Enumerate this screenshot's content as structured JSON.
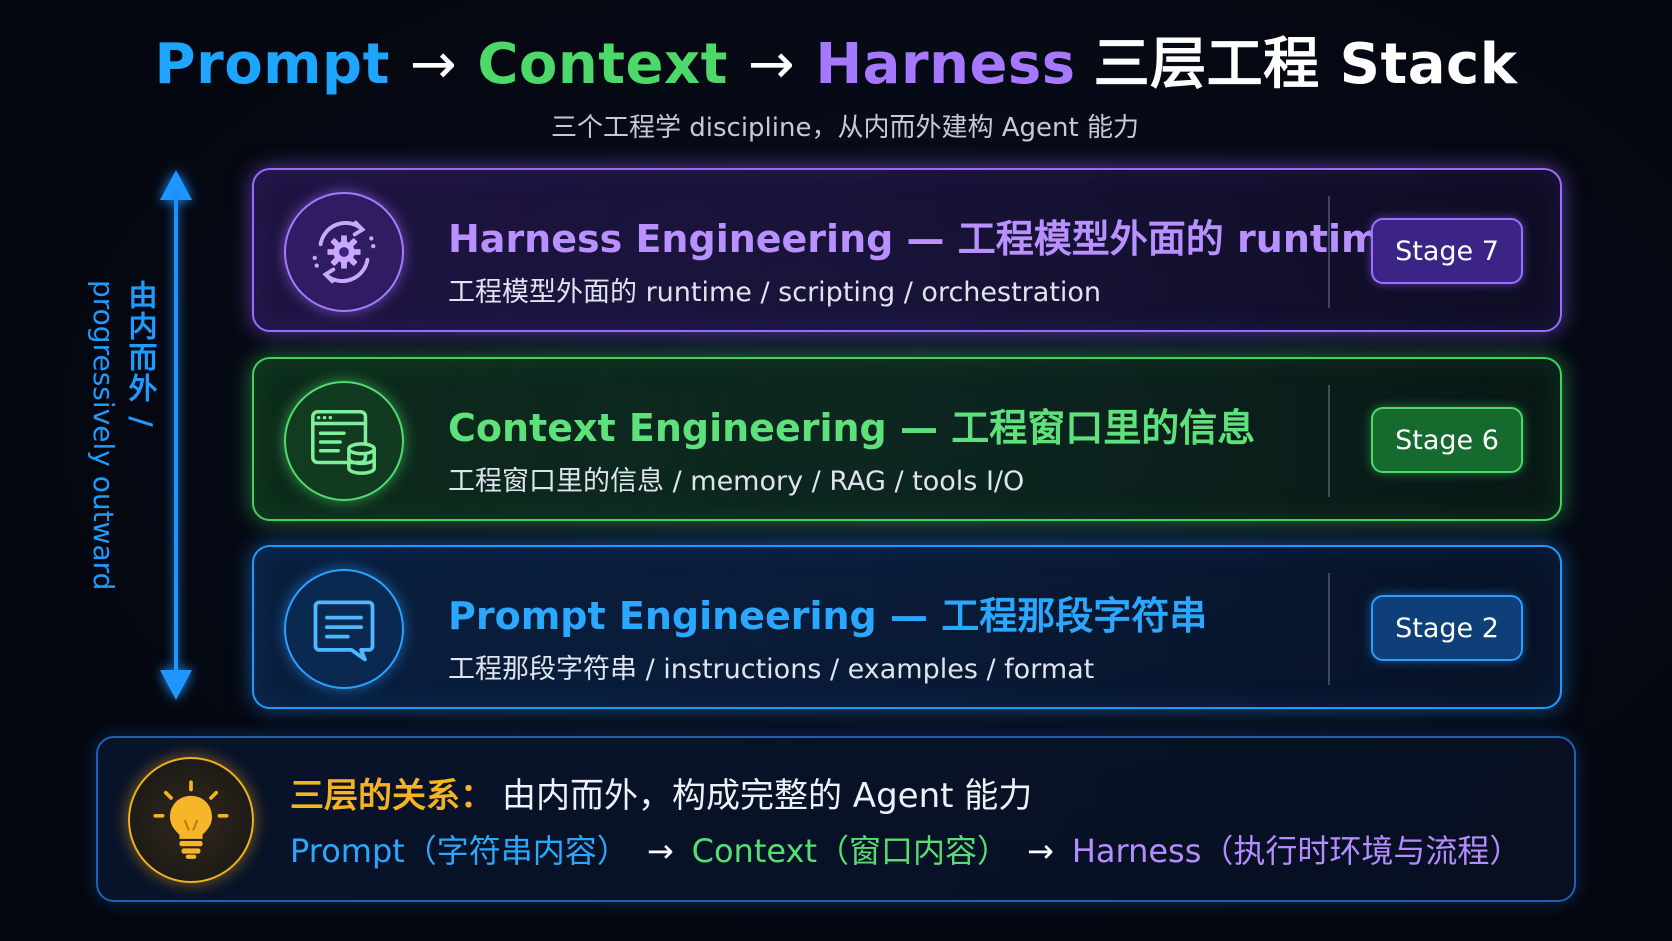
{
  "title": {
    "prompt": "Prompt",
    "arrow": "→",
    "context": "Context",
    "harness": "Harness",
    "rest": "三层工程 Stack"
  },
  "subtitle": "三个工程学 discipline，从内而外建构 Agent 能力",
  "axis": {
    "label_cn": "由内而外 /",
    "label_en": "progressively outward"
  },
  "layers": [
    {
      "key": "harness",
      "title": "Harness Engineering — 工程模型外面的 runtime",
      "subtitle": "工程模型外面的 runtime / scripting / orchestration",
      "stage": "Stage 7",
      "icon": "gear-cycle-icon",
      "color": "#9a6bff"
    },
    {
      "key": "context",
      "title": "Context Engineering — 工程窗口里的信息",
      "subtitle": "工程窗口里的信息 / memory / RAG / tools I/O",
      "stage": "Stage 6",
      "icon": "window-database-icon",
      "color": "#3fd35e"
    },
    {
      "key": "prompt",
      "title": "Prompt Engineering — 工程那段字符串",
      "subtitle": "工程那段字符串 / instructions / examples / format",
      "stage": "Stage 2",
      "icon": "chat-bubble-icon",
      "color": "#1f9bff"
    }
  ],
  "summary": {
    "icon": "lightbulb-icon",
    "label": "三层的关系：",
    "text": "由内而外，构成完整的 Agent 能力",
    "prompt": "Prompt（字符串内容）",
    "arrow": "→",
    "context": "Context（窗口内容）",
    "harness": "Harness（执行时环境与流程）"
  }
}
